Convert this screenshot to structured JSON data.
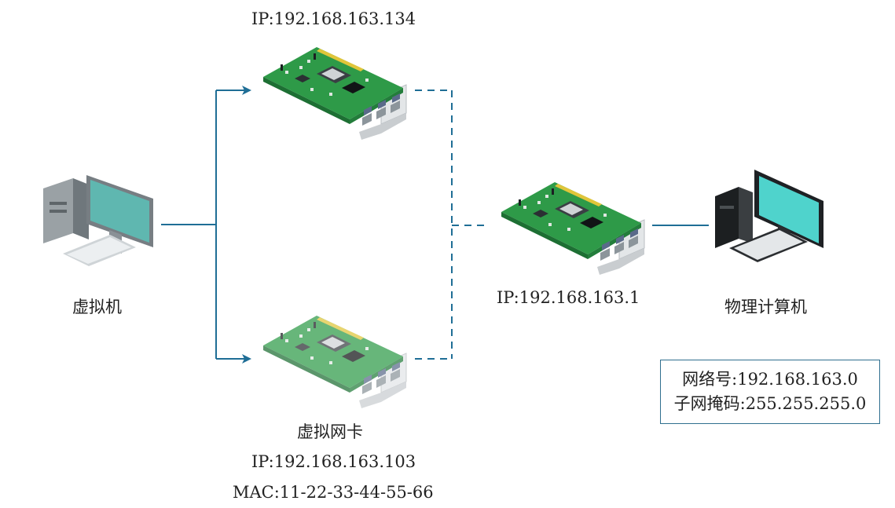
{
  "virtual_machine": {
    "label": "虚拟机"
  },
  "nic_top": {
    "ip": "IP:192.168.163.134"
  },
  "nic_bottom": {
    "label": "虚拟网卡",
    "ip": "IP:192.168.163.103",
    "mac": "MAC:11-22-33-44-55-66"
  },
  "nic_middle": {
    "ip": "IP:192.168.163.1"
  },
  "physical_computer": {
    "label": "物理计算机"
  },
  "info_box": {
    "network": "网络号:192.168.163.0",
    "subnet_mask": "子网掩码:255.255.255.0"
  },
  "colors": {
    "line": "#1f6e96",
    "card_green": "#2f9e4a",
    "card_dark": "#1e7a36",
    "bracket": "#d9dde0",
    "screen_vm": "#5fb7b0",
    "screen_pc": "#4fd3cc",
    "case_vm": "#8a9196",
    "case_pc": "#26292c"
  }
}
